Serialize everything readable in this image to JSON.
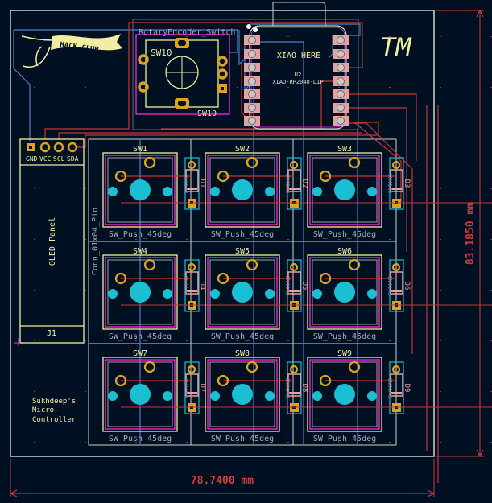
{
  "colors": {
    "background": "#001023",
    "edge_cuts": "#d0d2cd",
    "silkscreen": "#f2eda1",
    "courtyard": "#ff26e2",
    "pad": "#d9a520",
    "hole": "#1bbfd2",
    "f_cu_trace": "#c83434",
    "b_cu_trace": "#4d7fc4",
    "smd_pad": "#e8a0a0",
    "dimension": "#d63a3a",
    "fab_text": "#a8a8b8"
  },
  "logo": {
    "banner_text": "HACK CLUB",
    "mark": "TM"
  },
  "board_label": [
    "Sukhdeep's",
    "Micro-",
    "Controller"
  ],
  "dimensions": {
    "width": "78.7400 mm",
    "height": "83.1850 mm"
  },
  "rotary_encoder": {
    "ref": "SW10",
    "ref_fab": "SW10",
    "value": "RotaryEncoder_Switch"
  },
  "mcu": {
    "ref": "U2",
    "value": "XIAO-RP2040-DIP",
    "note": "XIAO HERE"
  },
  "oled": {
    "ref": "J1",
    "title": "OLED Panel",
    "value": "Conn_01x04_Pin",
    "pins": [
      "GND",
      "VCC",
      "SCL",
      "SDA"
    ]
  },
  "switches": [
    {
      "ref": "SW1",
      "value": "SW_Push_45deg",
      "diode": "D1"
    },
    {
      "ref": "SW2",
      "value": "SW_Push_45deg",
      "diode": "D2"
    },
    {
      "ref": "SW3",
      "value": "SW_Push_45deg",
      "diode": "D3"
    },
    {
      "ref": "SW4",
      "value": "SW_Push_45deg",
      "diode": "D4"
    },
    {
      "ref": "SW5",
      "value": "SW_Push_45deg",
      "diode": "D5"
    },
    {
      "ref": "SW6",
      "value": "SW_Push_45deg",
      "diode": "D6"
    },
    {
      "ref": "SW7",
      "value": "SW_Push_45deg",
      "diode": "D7"
    },
    {
      "ref": "SW8",
      "value": "SW_Push_45deg",
      "diode": "D8"
    },
    {
      "ref": "SW9",
      "value": "SW_Push_45deg",
      "diode": "D9"
    }
  ],
  "diode_value": "1N4148"
}
